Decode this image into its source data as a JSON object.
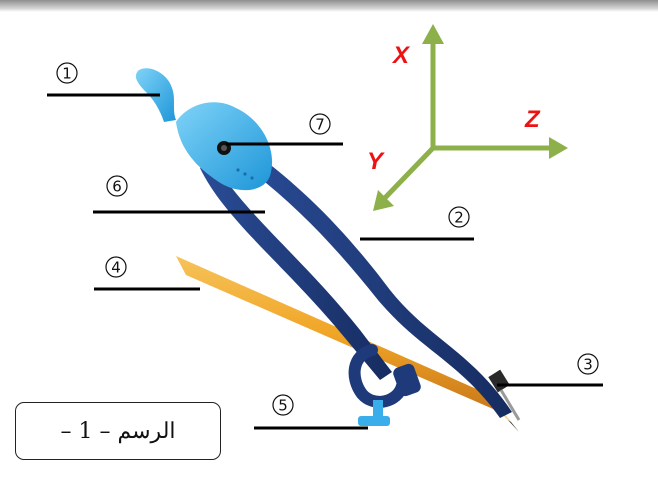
{
  "caption": "الرسم – 1 –",
  "axes": {
    "x": "X",
    "y": "Y",
    "z": "Z"
  },
  "callouts": [
    {
      "number": "1"
    },
    {
      "number": "2"
    },
    {
      "number": "3"
    },
    {
      "number": "4"
    },
    {
      "number": "5"
    },
    {
      "number": "6"
    },
    {
      "number": "7"
    }
  ],
  "colors": {
    "axis_green": "#8db04a",
    "axis_label_red": "#ee1111",
    "compass_head_blue": "#3aaeea",
    "compass_leg_navy": "#1e3a7a",
    "pencil_orange": "#f0a526"
  }
}
